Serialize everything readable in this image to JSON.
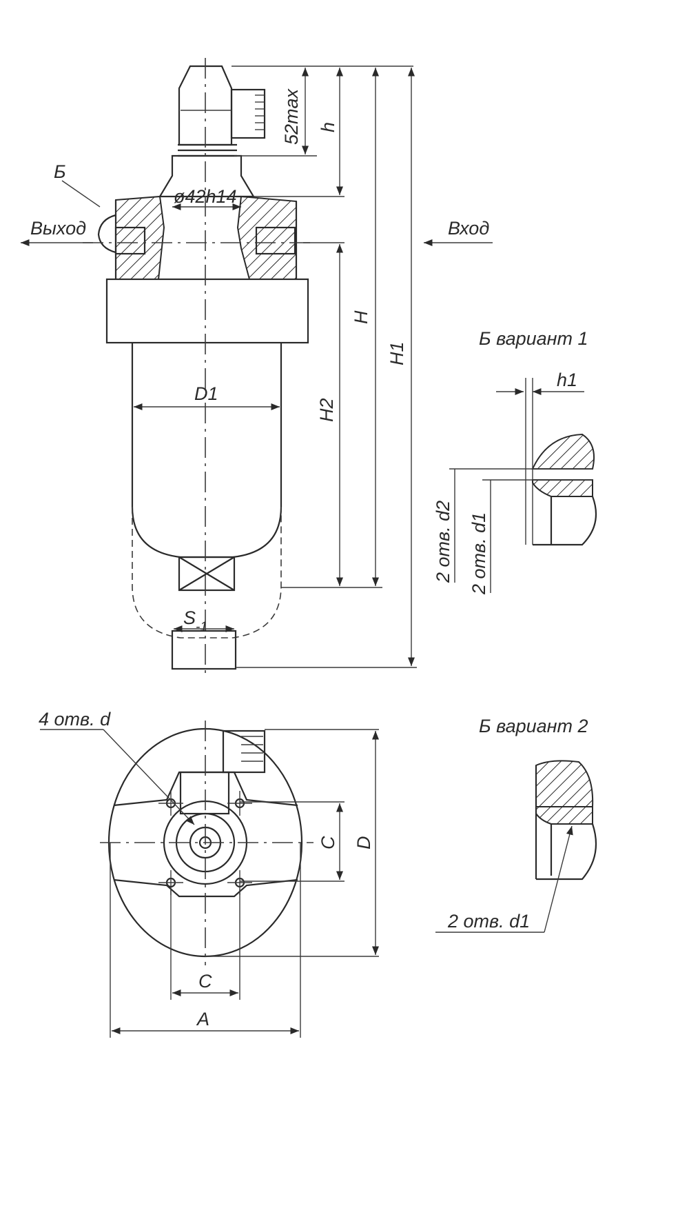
{
  "labels": {
    "detail_b": "Б",
    "outlet": "Выход",
    "inlet": "Вход",
    "thread_dia": "ø42h14",
    "dim_52max": "52max",
    "dim_h": "h",
    "dim_H": "H",
    "dim_H1": "H1",
    "dim_H2": "H2",
    "dim_D1": "D1",
    "dim_S": "S",
    "dim_S_tol": "-1",
    "variant1_title": "Б вариант 1",
    "dim_h1": "h1",
    "holes_d2": "2 отв. d2",
    "holes_d1_v1": "2 отв. d1",
    "holes_4d": "4 отв. d",
    "dim_C_vertical": "C",
    "dim_D": "D",
    "dim_C_horizontal": "C",
    "dim_A": "A",
    "variant2_title": "Б вариант 2",
    "holes_d1_v2": "2 отв. d1"
  }
}
